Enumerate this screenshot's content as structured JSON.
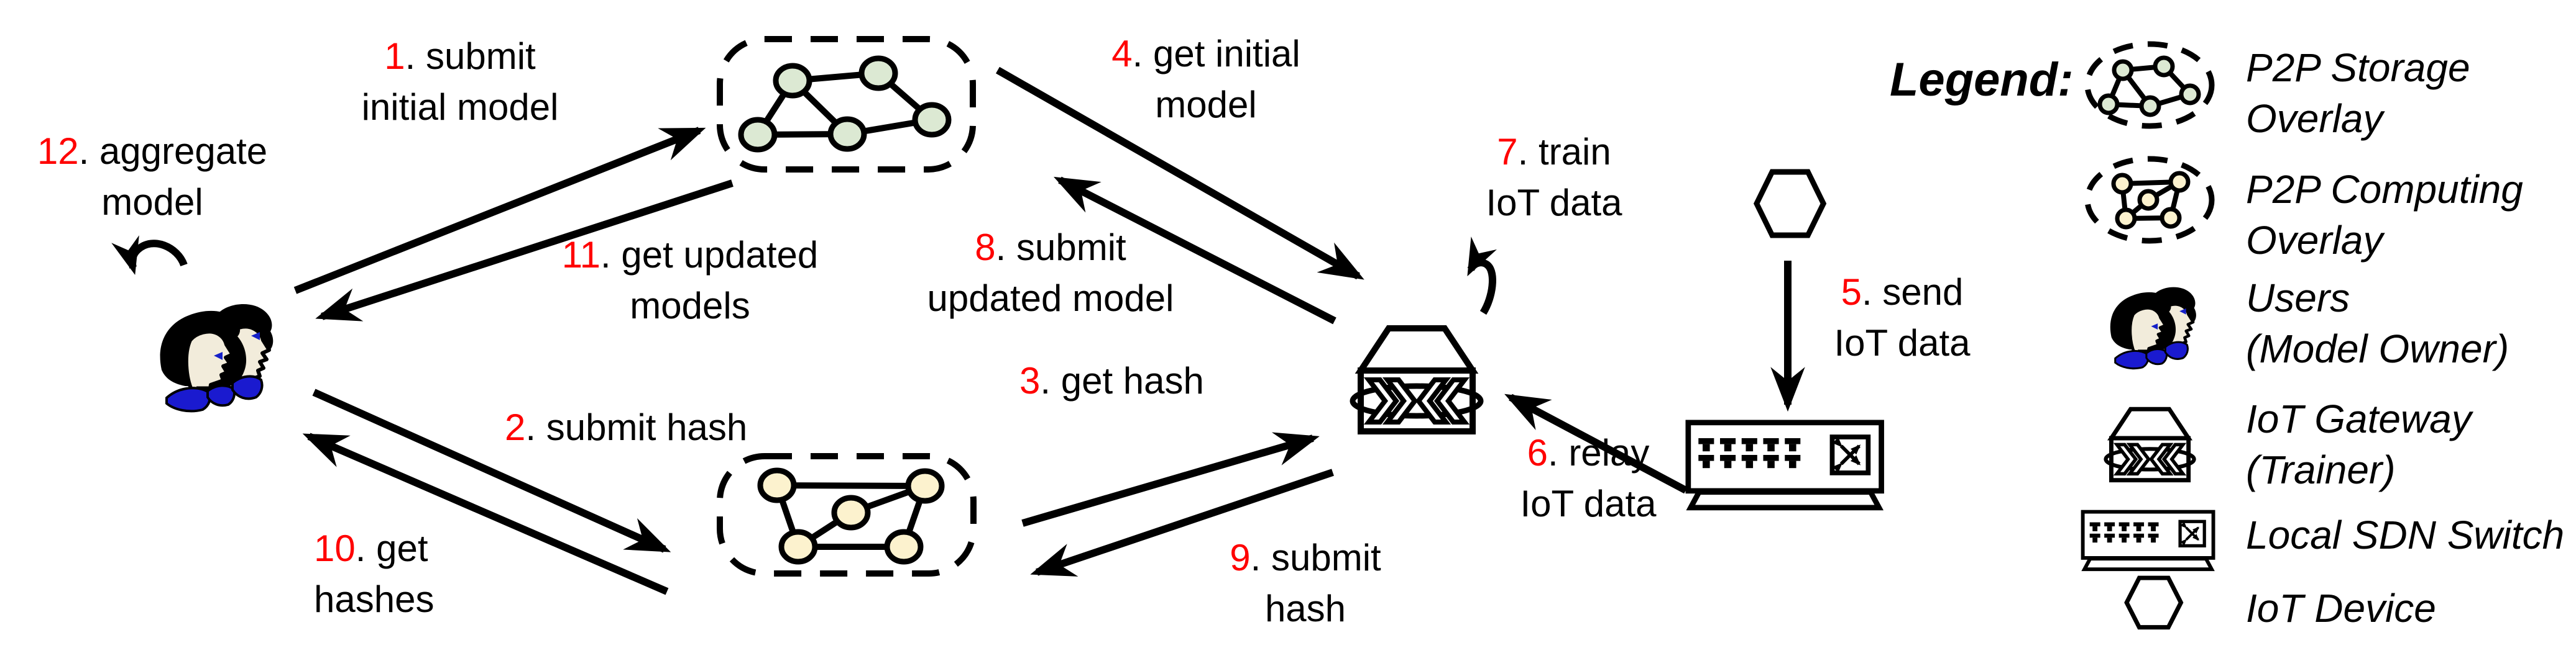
{
  "figure": {
    "description_present": false
  },
  "steps": {
    "s1": {
      "num": "1",
      "text": ". submit",
      "line2": "initial model"
    },
    "s2": {
      "num": "2",
      "text": ". submit hash"
    },
    "s3": {
      "num": "3",
      "text": ". get hash"
    },
    "s4": {
      "num": "4",
      "text": ". get initial",
      "line2": "model"
    },
    "s5": {
      "num": "5",
      "text": ". send",
      "line2": "IoT data"
    },
    "s6": {
      "num": "6",
      "text": ". relay",
      "line2": "IoT data"
    },
    "s7": {
      "num": "7",
      "text": ". train",
      "line2": "IoT data"
    },
    "s8": {
      "num": "8",
      "text": ". submit",
      "line2": "updated model"
    },
    "s9": {
      "num": "9",
      "text": ". submit",
      "line2": "hash"
    },
    "s10": {
      "num": "10",
      "text": ". get",
      "line2": "hashes"
    },
    "s11": {
      "num": "11",
      "text": ". get updated",
      "line2": "models"
    },
    "s12": {
      "num": "12",
      "text": ". aggregate",
      "line2": "model"
    }
  },
  "legend": {
    "title": "Legend:",
    "items": [
      {
        "icon": "p2p-storage-overlay-icon",
        "line1": "P2P Storage",
        "line2": "Overlay"
      },
      {
        "icon": "p2p-computing-overlay-icon",
        "line1": "P2P Computing",
        "line2": "Overlay"
      },
      {
        "icon": "users-icon",
        "line1": "Users",
        "line2": "(Model Owner)"
      },
      {
        "icon": "iot-gateway-icon",
        "line1": "IoT Gateway",
        "line2": "(Trainer)"
      },
      {
        "icon": "local-sdn-switch-icon",
        "line1": "Local SDN Switch",
        "line2": ""
      },
      {
        "icon": "iot-device-icon",
        "line1": "IoT Device",
        "line2": ""
      }
    ]
  },
  "colors": {
    "step_number_red": "#FF0000",
    "storage_node_green": "#DCE9D3",
    "computing_node_cream": "#FCF2CE",
    "collar_blue": "#1A1ACF",
    "skin": "#F2ECDB",
    "line_black": "#000000",
    "background": "#FFFFFF"
  }
}
